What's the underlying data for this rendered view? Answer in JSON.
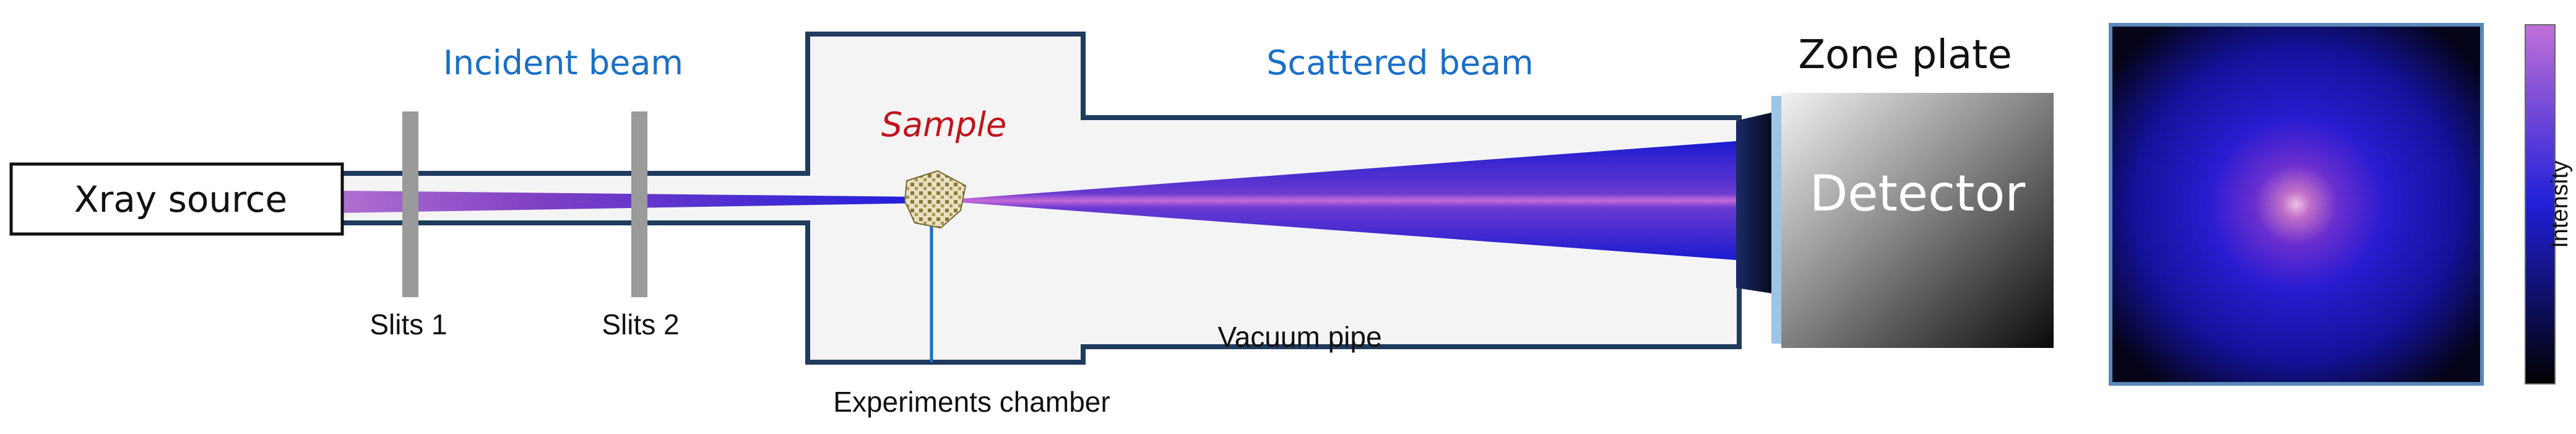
{
  "labels": {
    "incident_beam": "Incident beam",
    "scattered_beam": "Scattered beam",
    "sample": "Sample",
    "zone_plate": "Zone plate",
    "xray_source": "Xray source",
    "detector": "Detector",
    "slits_1": "Slits 1",
    "slits_2": "Slits 2",
    "vacuum_pipe": "Vacuum pipe",
    "experiments_chamber": "Experiments chamber",
    "intensity": "Intensity"
  },
  "colors": {
    "outline": "#1f3b5e",
    "chamber_fill": "#f4f4f4",
    "beam_purple": "#8a4fc0",
    "beam_blue": "#2b2bd8",
    "slit_gray": "#9a9a9a",
    "label_blue": "#1a6fc8",
    "label_red": "#c0141c",
    "zone_plate_edge": "#9ec4e6"
  }
}
